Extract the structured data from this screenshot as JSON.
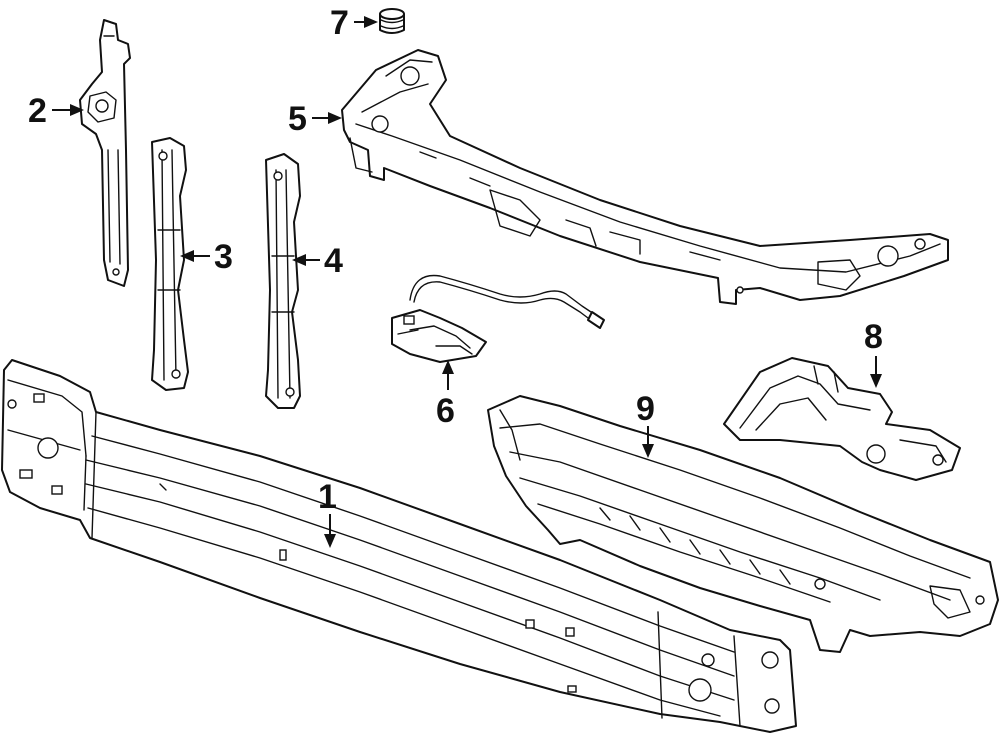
{
  "diagram": {
    "callouts": [
      {
        "id": "1",
        "label": "1"
      },
      {
        "id": "2",
        "label": "2"
      },
      {
        "id": "3",
        "label": "3"
      },
      {
        "id": "4",
        "label": "4"
      },
      {
        "id": "5",
        "label": "5"
      },
      {
        "id": "6",
        "label": "6"
      },
      {
        "id": "7",
        "label": "7"
      },
      {
        "id": "8",
        "label": "8"
      },
      {
        "id": "9",
        "label": "9"
      }
    ]
  },
  "colors": {
    "line": "#111111",
    "background": "#ffffff"
  }
}
